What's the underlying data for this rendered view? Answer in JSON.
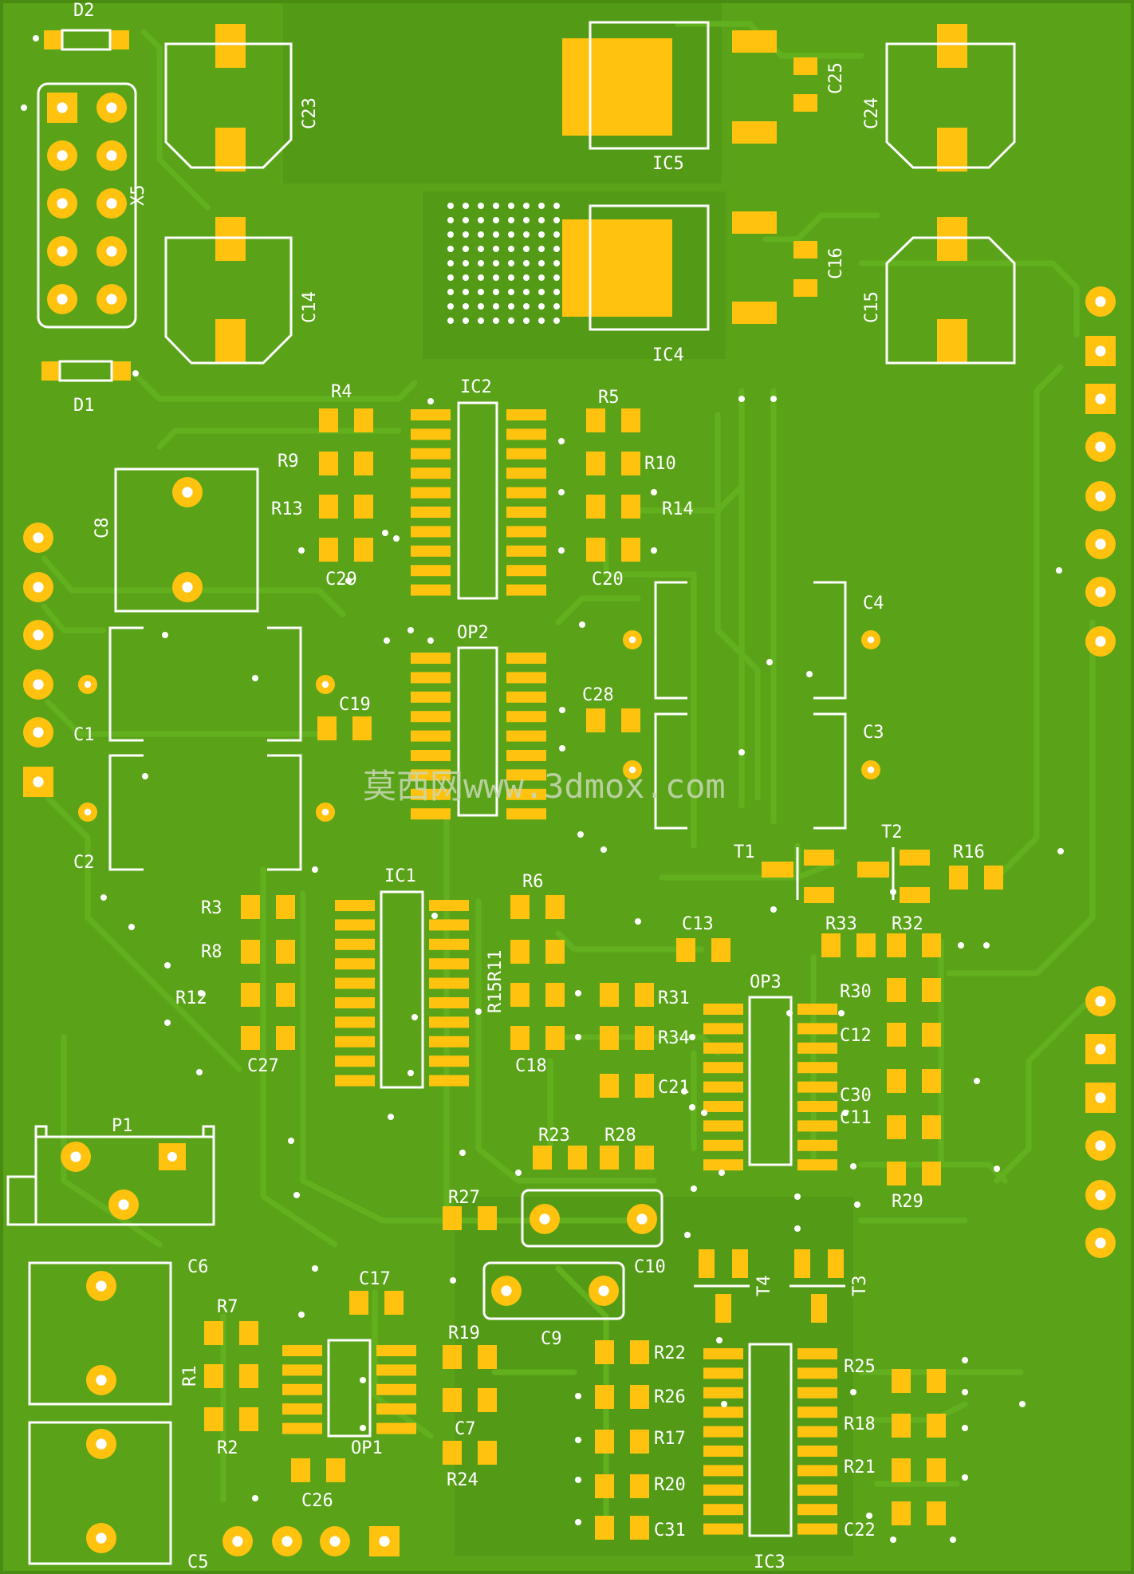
{
  "colors": {
    "board": "#5aa319",
    "copper_pour": "#4e9515",
    "trace": "#63b01f",
    "trace_edge": "#3f8410",
    "pad": "#ffc20e",
    "silkscreen": "#ffffff",
    "watermark": "#c9d9b5"
  },
  "watermark": "莫西网www.3dmox.com",
  "labels": {
    "D1": "D1",
    "D2": "D2",
    "X5": "X5",
    "C1": "C1",
    "C2": "C2",
    "C3": "C3",
    "C4": "C4",
    "C5": "C5",
    "C6": "C6",
    "C7": "C7",
    "C8": "C8",
    "C9": "C9",
    "C10": "C10",
    "C11": "C11",
    "C12": "C12",
    "C13": "C13",
    "C14": "C14",
    "C15": "C15",
    "C16": "C16",
    "C17": "C17",
    "C18": "C18",
    "C19": "C19",
    "C20": "C20",
    "C21": "C21",
    "C22": "C22",
    "C23": "C23",
    "C24": "C24",
    "C25": "C25",
    "C26": "C26",
    "C27": "C27",
    "C28": "C28",
    "C29": "C29",
    "C30": "C30",
    "C31": "C31",
    "IC1": "IC1",
    "IC2": "IC2",
    "IC3": "IC3",
    "IC4": "IC4",
    "IC5": "IC5",
    "OP1": "OP1",
    "OP2": "OP2",
    "OP3": "OP3",
    "P1": "P1",
    "T1": "T1",
    "T2": "T2",
    "T3": "T3",
    "T4": "T4",
    "R1": "R1",
    "R2": "R2",
    "R3": "R3",
    "R4": "R4",
    "R5": "R5",
    "R6": "R6",
    "R7": "R7",
    "R8": "R8",
    "R9": "R9",
    "R10": "R10",
    "R12": "R12",
    "R13": "R13",
    "R14": "R14",
    "R15R11": "R15R11",
    "R16": "R16",
    "R17": "R17",
    "R18": "R18",
    "R19": "R19",
    "R20": "R20",
    "R21": "R21",
    "R22": "R22",
    "R23": "R23",
    "R24": "R24",
    "R25": "R25",
    "R26": "R26",
    "R27": "R27",
    "R28": "R28",
    "R29": "R29",
    "R30": "R30",
    "R31": "R31",
    "R32": "R32",
    "R33": "R33",
    "R34": "R34"
  }
}
